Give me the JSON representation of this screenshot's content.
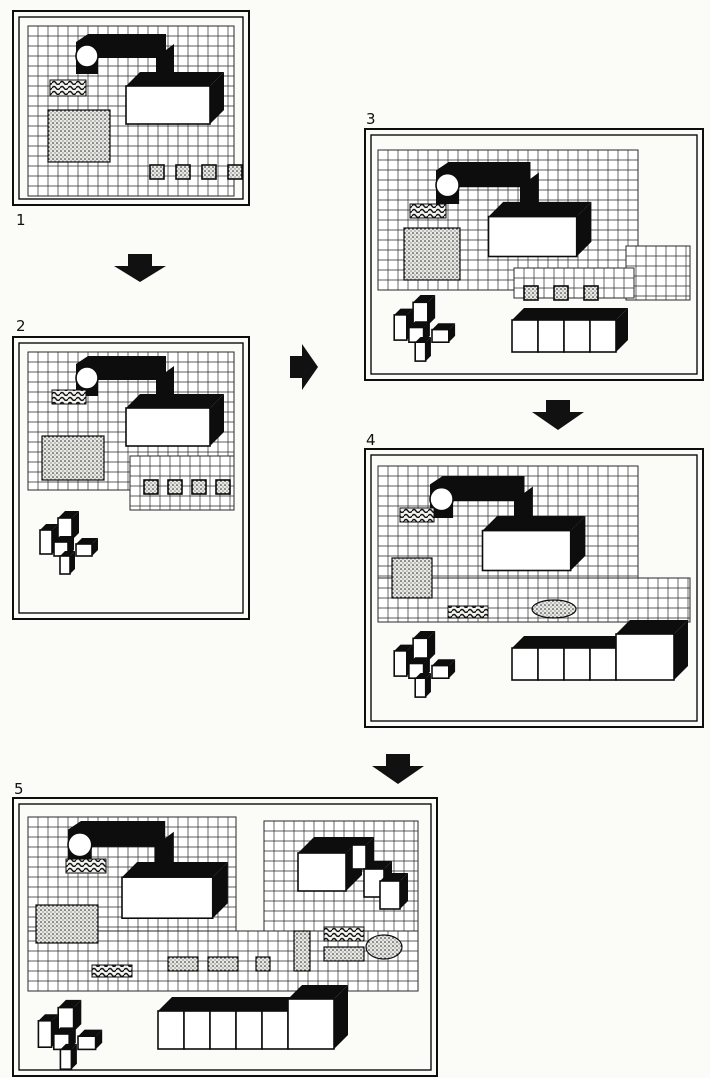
{
  "figure": {
    "panels": [
      {
        "label": "1"
      },
      {
        "label": "2"
      },
      {
        "label": "3"
      },
      {
        "label": "4"
      },
      {
        "label": "5"
      }
    ]
  },
  "colors": {
    "ink": "#0d0d0d",
    "paper": "#fbfbf8",
    "grid": "#2a2a2a"
  }
}
